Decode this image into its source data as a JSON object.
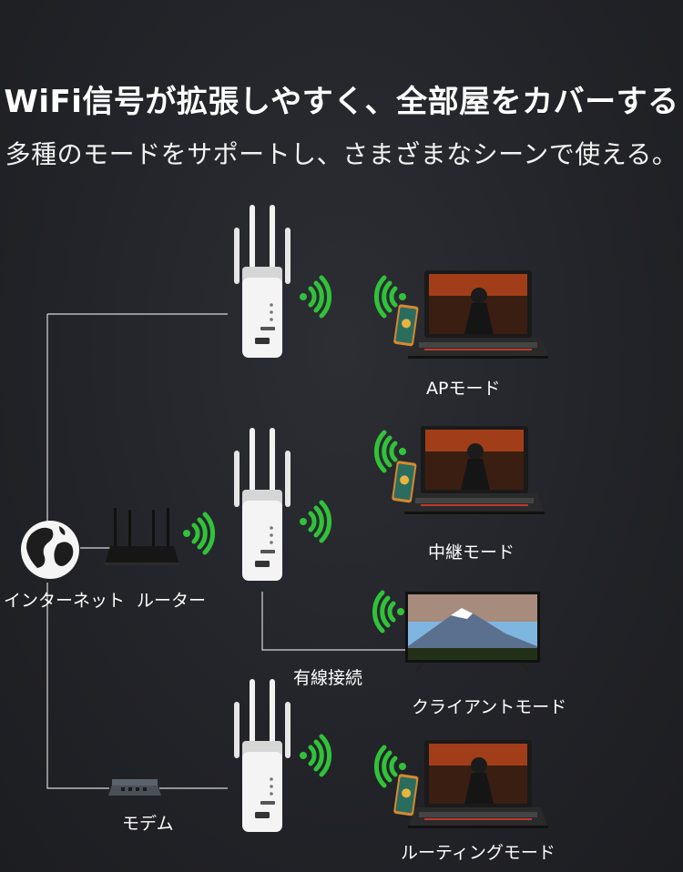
{
  "header": {
    "title": "WiFi信号が拡張しやすく、全部屋をカバーする",
    "subtitle": "多種のモードをサポートし、さまざまなシーンで使える。"
  },
  "labels": {
    "ap_mode": "APモード",
    "repeater_mode": "中継モード",
    "client_mode": "クライアントモード",
    "routing_mode": "ルーティングモード",
    "internet": "インターネット",
    "router": "ルーター",
    "modem": "モデム",
    "wired": "有線接続"
  },
  "colors": {
    "background": "#222328",
    "wifi": "#31c23a",
    "line": "#d8d8d8"
  }
}
